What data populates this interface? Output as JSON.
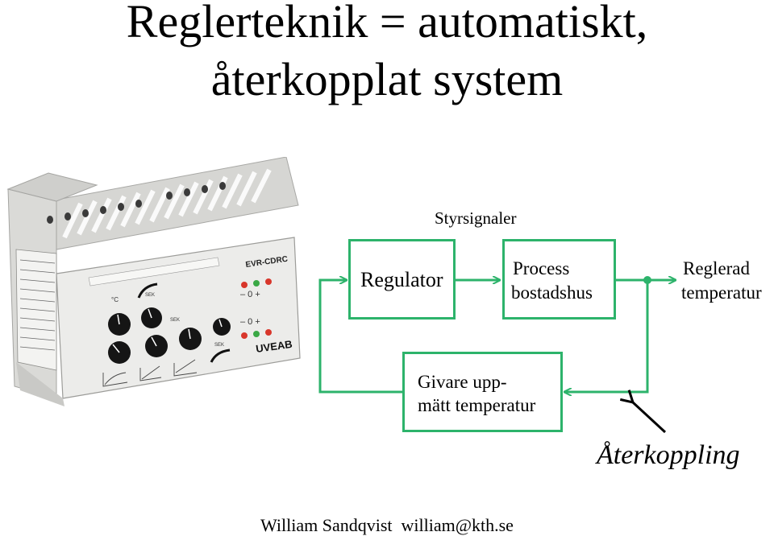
{
  "title": {
    "line1": "Reglerteknik = automatiskt,",
    "line2": "återkopplat system"
  },
  "diagram": {
    "control_signal_label": "Styrsignaler",
    "regulator": "Regulator",
    "process_line1": "Process",
    "process_line2": "bostadshus",
    "output_line1": "Reglerad",
    "output_line2": "temperatur",
    "sensor_line1": "Givare upp-",
    "sensor_line2": "mätt temperatur",
    "feedback_label": "Återkoppling"
  },
  "device": {
    "model": "EVR-CDRC",
    "brand": "UVEAB",
    "knob_labels": [
      "°C",
      "SEK",
      "SEK",
      "SEK"
    ],
    "sign_row_1": "– 0 +",
    "sign_row_2": "– 0 +"
  },
  "footer": {
    "author": "William Sandqvist",
    "email": "william@kth.se"
  },
  "colors": {
    "diagram_green": "#2db36b",
    "device_body": "#e4e4e2",
    "knob": "#151515",
    "led_red": "#d8362b",
    "led_green": "#3aa845"
  }
}
